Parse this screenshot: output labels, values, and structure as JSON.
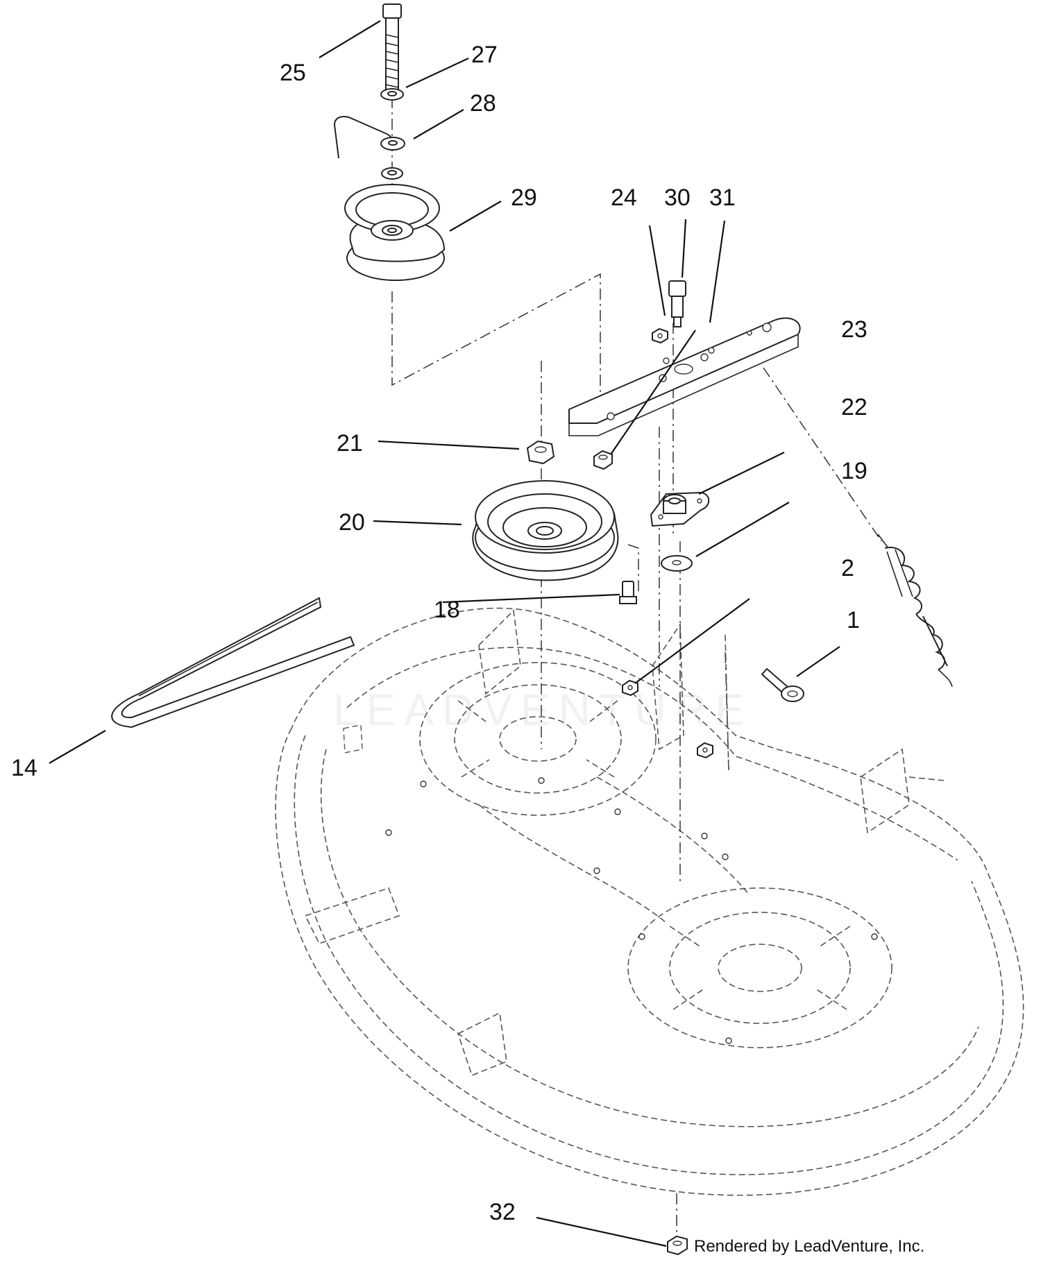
{
  "callouts": [
    {
      "id": "1",
      "label": "1"
    },
    {
      "id": "2",
      "label": "2"
    },
    {
      "id": "14",
      "label": "14"
    },
    {
      "id": "18",
      "label": "18"
    },
    {
      "id": "19",
      "label": "19"
    },
    {
      "id": "20",
      "label": "20"
    },
    {
      "id": "21",
      "label": "21"
    },
    {
      "id": "22",
      "label": "22"
    },
    {
      "id": "23",
      "label": "23"
    },
    {
      "id": "24",
      "label": "24"
    },
    {
      "id": "25",
      "label": "25"
    },
    {
      "id": "27",
      "label": "27"
    },
    {
      "id": "28",
      "label": "28"
    },
    {
      "id": "29",
      "label": "29"
    },
    {
      "id": "30",
      "label": "30"
    },
    {
      "id": "31",
      "label": "31"
    },
    {
      "id": "32",
      "label": "32"
    }
  ],
  "watermark": "LEADVENTURE",
  "credit": "Rendered by LeadVenture, Inc."
}
